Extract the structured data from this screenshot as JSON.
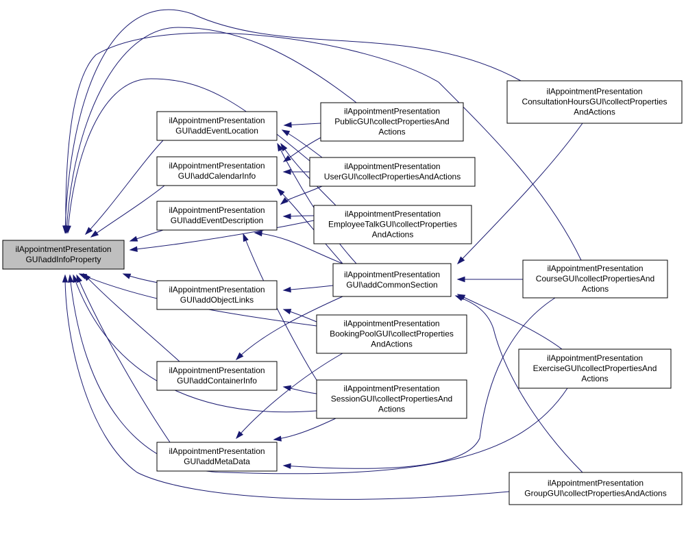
{
  "edge_color": "#191970",
  "highlight_fill": "#bfbfbf",
  "node_fill": "#ffffff",
  "nodes": [
    {
      "id": "addInfoProperty",
      "lines": [
        "ilAppointmentPresentation",
        "GUI\\addInfoProperty"
      ],
      "highlighted": true
    },
    {
      "id": "addEventLocation",
      "lines": [
        "ilAppointmentPresentation",
        "GUI\\addEventLocation"
      ]
    },
    {
      "id": "addCalendarInfo",
      "lines": [
        "ilAppointmentPresentation",
        "GUI\\addCalendarInfo"
      ]
    },
    {
      "id": "addEventDescription",
      "lines": [
        "ilAppointmentPresentation",
        "GUI\\addEventDescription"
      ]
    },
    {
      "id": "addObjectLinks",
      "lines": [
        "ilAppointmentPresentation",
        "GUI\\addObjectLinks"
      ]
    },
    {
      "id": "addContainerInfo",
      "lines": [
        "ilAppointmentPresentation",
        "GUI\\addContainerInfo"
      ]
    },
    {
      "id": "addMetaData",
      "lines": [
        "ilAppointmentPresentation",
        "GUI\\addMetaData"
      ]
    },
    {
      "id": "publicGUI",
      "lines": [
        "ilAppointmentPresentation",
        "PublicGUI\\collectPropertiesAnd",
        "Actions"
      ]
    },
    {
      "id": "userGUI",
      "lines": [
        "ilAppointmentPresentation",
        "UserGUI\\collectPropertiesAndActions"
      ]
    },
    {
      "id": "employeeTalkGUI",
      "lines": [
        "ilAppointmentPresentation",
        "EmployeeTalkGUI\\collectProperties",
        "AndActions"
      ]
    },
    {
      "id": "addCommonSection",
      "lines": [
        "ilAppointmentPresentation",
        "GUI\\addCommonSection"
      ]
    },
    {
      "id": "bookingPoolGUI",
      "lines": [
        "ilAppointmentPresentation",
        "BookingPoolGUI\\collectProperties",
        "AndActions"
      ]
    },
    {
      "id": "sessionGUI",
      "lines": [
        "ilAppointmentPresentation",
        "SessionGUI\\collectPropertiesAnd",
        "Actions"
      ]
    },
    {
      "id": "consultationHoursGUI",
      "lines": [
        "ilAppointmentPresentation",
        "ConsultationHoursGUI\\collectProperties",
        "AndActions"
      ]
    },
    {
      "id": "courseGUI",
      "lines": [
        "ilAppointmentPresentation",
        "CourseGUI\\collectPropertiesAnd",
        "Actions"
      ]
    },
    {
      "id": "exerciseGUI",
      "lines": [
        "ilAppointmentPresentation",
        "ExerciseGUI\\collectPropertiesAnd",
        "Actions"
      ]
    },
    {
      "id": "groupGUI",
      "lines": [
        "ilAppointmentPresentation",
        "GroupGUI\\collectPropertiesAndActions"
      ]
    }
  ],
  "edges": [
    {
      "from": "addEventLocation",
      "to": "addInfoProperty"
    },
    {
      "from": "addCalendarInfo",
      "to": "addInfoProperty"
    },
    {
      "from": "addEventDescription",
      "to": "addInfoProperty"
    },
    {
      "from": "addObjectLinks",
      "to": "addInfoProperty"
    },
    {
      "from": "addContainerInfo",
      "to": "addInfoProperty"
    },
    {
      "from": "addMetaData",
      "to": "addInfoProperty"
    },
    {
      "from": "publicGUI",
      "to": "addInfoProperty"
    },
    {
      "from": "userGUI",
      "to": "addInfoProperty"
    },
    {
      "from": "employeeTalkGUI",
      "to": "addInfoProperty"
    },
    {
      "from": "bookingPoolGUI",
      "to": "addInfoProperty"
    },
    {
      "from": "sessionGUI",
      "to": "addInfoProperty"
    },
    {
      "from": "consultationHoursGUI",
      "to": "addInfoProperty"
    },
    {
      "from": "courseGUI",
      "to": "addInfoProperty"
    },
    {
      "from": "exerciseGUI",
      "to": "addInfoProperty"
    },
    {
      "from": "groupGUI",
      "to": "addInfoProperty"
    },
    {
      "from": "publicGUI",
      "to": "addEventLocation"
    },
    {
      "from": "userGUI",
      "to": "addEventLocation"
    },
    {
      "from": "employeeTalkGUI",
      "to": "addEventLocation"
    },
    {
      "from": "addCommonSection",
      "to": "addEventLocation"
    },
    {
      "from": "userGUI",
      "to": "addCalendarInfo"
    },
    {
      "from": "publicGUI",
      "to": "addCalendarInfo"
    },
    {
      "from": "addCommonSection",
      "to": "addCalendarInfo"
    },
    {
      "from": "employeeTalkGUI",
      "to": "addEventDescription"
    },
    {
      "from": "userGUI",
      "to": "addEventDescription"
    },
    {
      "from": "addCommonSection",
      "to": "addEventDescription"
    },
    {
      "from": "sessionGUI",
      "to": "addEventDescription"
    },
    {
      "from": "addCommonSection",
      "to": "addObjectLinks"
    },
    {
      "from": "bookingPoolGUI",
      "to": "addObjectLinks"
    },
    {
      "from": "sessionGUI",
      "to": "addContainerInfo"
    },
    {
      "from": "addCommonSection",
      "to": "addContainerInfo"
    },
    {
      "from": "sessionGUI",
      "to": "addMetaData"
    },
    {
      "from": "bookingPoolGUI",
      "to": "addMetaData"
    },
    {
      "from": "courseGUI",
      "to": "addMetaData"
    },
    {
      "from": "consultationHoursGUI",
      "to": "addCommonSection"
    },
    {
      "from": "courseGUI",
      "to": "addCommonSection"
    },
    {
      "from": "exerciseGUI",
      "to": "addCommonSection"
    },
    {
      "from": "groupGUI",
      "to": "addCommonSection"
    }
  ]
}
